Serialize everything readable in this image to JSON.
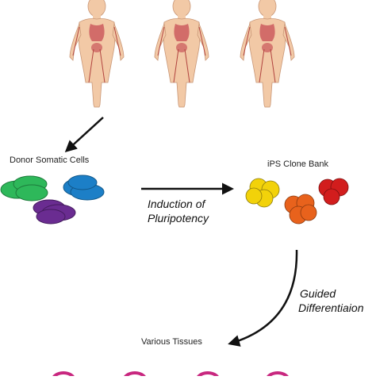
{
  "labels": {
    "donor": "Donor Somatic Cells",
    "ips_bank": "iPS Clone Bank",
    "induction_line1": "Induction of",
    "induction_line2": "Pluripotency",
    "guided_line1": "Guided",
    "guided_line2": "Differentiaion",
    "tissues": "Various Tissues"
  },
  "colors": {
    "skin": "#f2c9a6",
    "skin_outline": "#c99777",
    "organ": "#c9555a",
    "vessel": "#b24540",
    "arrow": "#111111",
    "donor_cells": [
      "#2eb85a",
      "#1c7fc7",
      "#6a2c91"
    ],
    "ips_yellow": "#f2d20a",
    "ips_orange": "#e8621c",
    "ips_red": "#d21d1d",
    "tissue_magenta": "#c8277f"
  },
  "icons": {
    "figures": [
      "human-body-icon",
      "human-body-icon",
      "human-body-icon"
    ]
  }
}
